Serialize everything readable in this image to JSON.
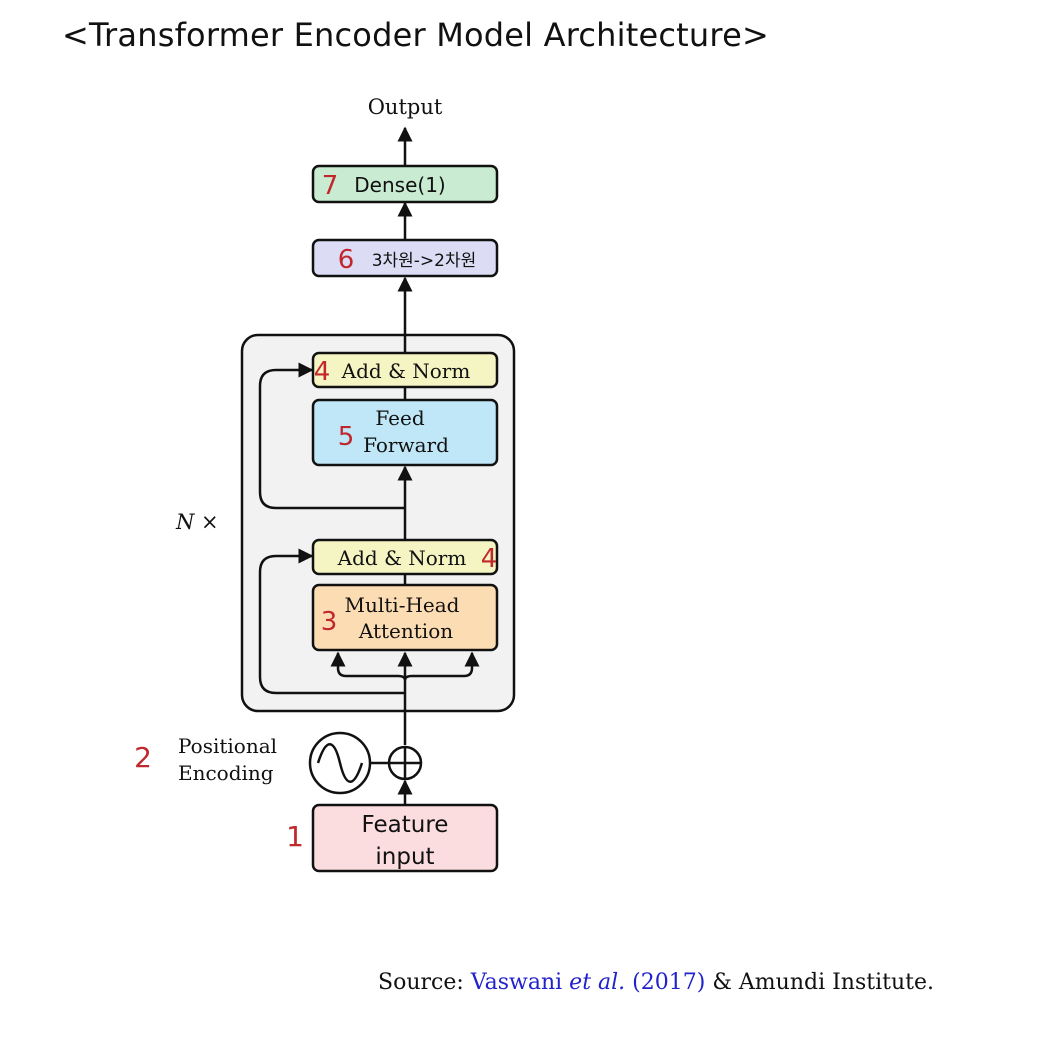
{
  "title": "<Transformer Encoder Model Architecture>",
  "output_label": "Output",
  "nx_label": "N ×",
  "blocks": {
    "dense": {
      "number": "7",
      "label": "Dense(1)",
      "fill": "#c9ebd2"
    },
    "reshape": {
      "number": "6",
      "label": "3차원->2차원",
      "fill": "#dcdcf5"
    },
    "add_norm_top": {
      "number": "4",
      "label": "Add & Norm",
      "fill": "#f4f5c2"
    },
    "feed_forward": {
      "number": "5",
      "line1": "Feed",
      "line2": "Forward",
      "fill": "#bfe7f7"
    },
    "add_norm_bottom": {
      "number": "4",
      "label": "Add & Norm",
      "fill": "#f4f5c2"
    },
    "multi_head": {
      "number": "3",
      "line1": "Multi-Head",
      "line2": "Attention",
      "fill": "#fcdcb3"
    },
    "feature_input": {
      "number": "1",
      "line1": "Feature",
      "line2": "input",
      "fill": "#fbdde0"
    }
  },
  "positional": {
    "number": "2",
    "line1": "Positional",
    "line2": "Encoding"
  },
  "source": {
    "prefix": "Source: ",
    "author": "Vaswani ",
    "etal": "et al.",
    "year": " (2017)",
    "suffix": " & Amundi Institute."
  },
  "colors": {
    "number_red": "#c0282d",
    "encoder_bg": "#f2f2f2",
    "link_blue": "#2222cc"
  }
}
